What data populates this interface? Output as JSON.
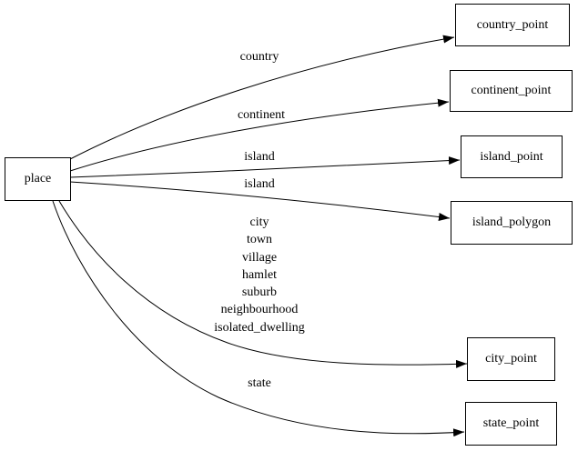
{
  "diagram": {
    "kind": "directed-graph",
    "colors": {
      "background": "#ffffff",
      "node_border": "#000000",
      "node_fill": "#ffffff",
      "edge": "#000000",
      "text": "#000000"
    },
    "nodes": [
      {
        "id": "place",
        "label": "place"
      },
      {
        "id": "country_point",
        "label": "country_point"
      },
      {
        "id": "continent_point",
        "label": "continent_point"
      },
      {
        "id": "island_point",
        "label": "island_point"
      },
      {
        "id": "island_polygon",
        "label": "island_polygon"
      },
      {
        "id": "city_point",
        "label": "city_point"
      },
      {
        "id": "state_point",
        "label": "state_point"
      }
    ],
    "edges": [
      {
        "from": "place",
        "to": "country_point",
        "label": "country"
      },
      {
        "from": "place",
        "to": "continent_point",
        "label": "continent"
      },
      {
        "from": "place",
        "to": "island_point",
        "label": "island"
      },
      {
        "from": "place",
        "to": "island_polygon",
        "label": "island"
      },
      {
        "from": "place",
        "to": "city_point",
        "label_lines": [
          "city",
          "town",
          "village",
          "hamlet",
          "suburb",
          "neighbourhood",
          "isolated_dwelling"
        ]
      },
      {
        "from": "place",
        "to": "state_point",
        "label": "state"
      }
    ]
  }
}
